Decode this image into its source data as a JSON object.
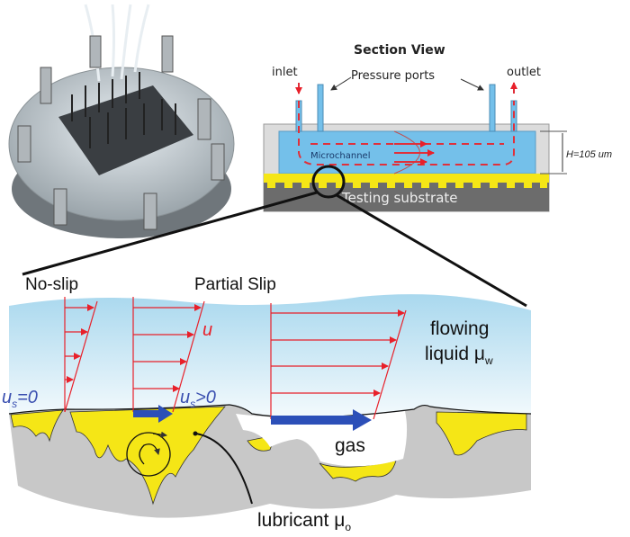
{
  "section_view": {
    "title": "Section View",
    "inlet": "inlet",
    "outlet": "outlet",
    "pressure_ports": "Pressure ports",
    "microchannel": "Microchannel",
    "height": "H=105 um",
    "substrate": "Testing substrate"
  },
  "detail": {
    "no_slip": "No-slip",
    "partial_slip": "Partial Slip",
    "velocity": "u",
    "us_zero": "=0",
    "us_pos": ">0",
    "us_symbol": "u",
    "us_sub": "s",
    "flowing": "flowing",
    "liquid": "liquid μ",
    "liquid_sub": "w",
    "gas": "gas",
    "lubricant": "lubricant μ",
    "lubricant_sub": "o"
  },
  "colors": {
    "liquid": "#a9d8ee",
    "lubricant": "#f5e616",
    "solid": "#c8c8c8",
    "velocity_arrows": "#e8202a",
    "slip_arrows": "#2c4fb8",
    "flow_dashed": "#e0303a"
  }
}
